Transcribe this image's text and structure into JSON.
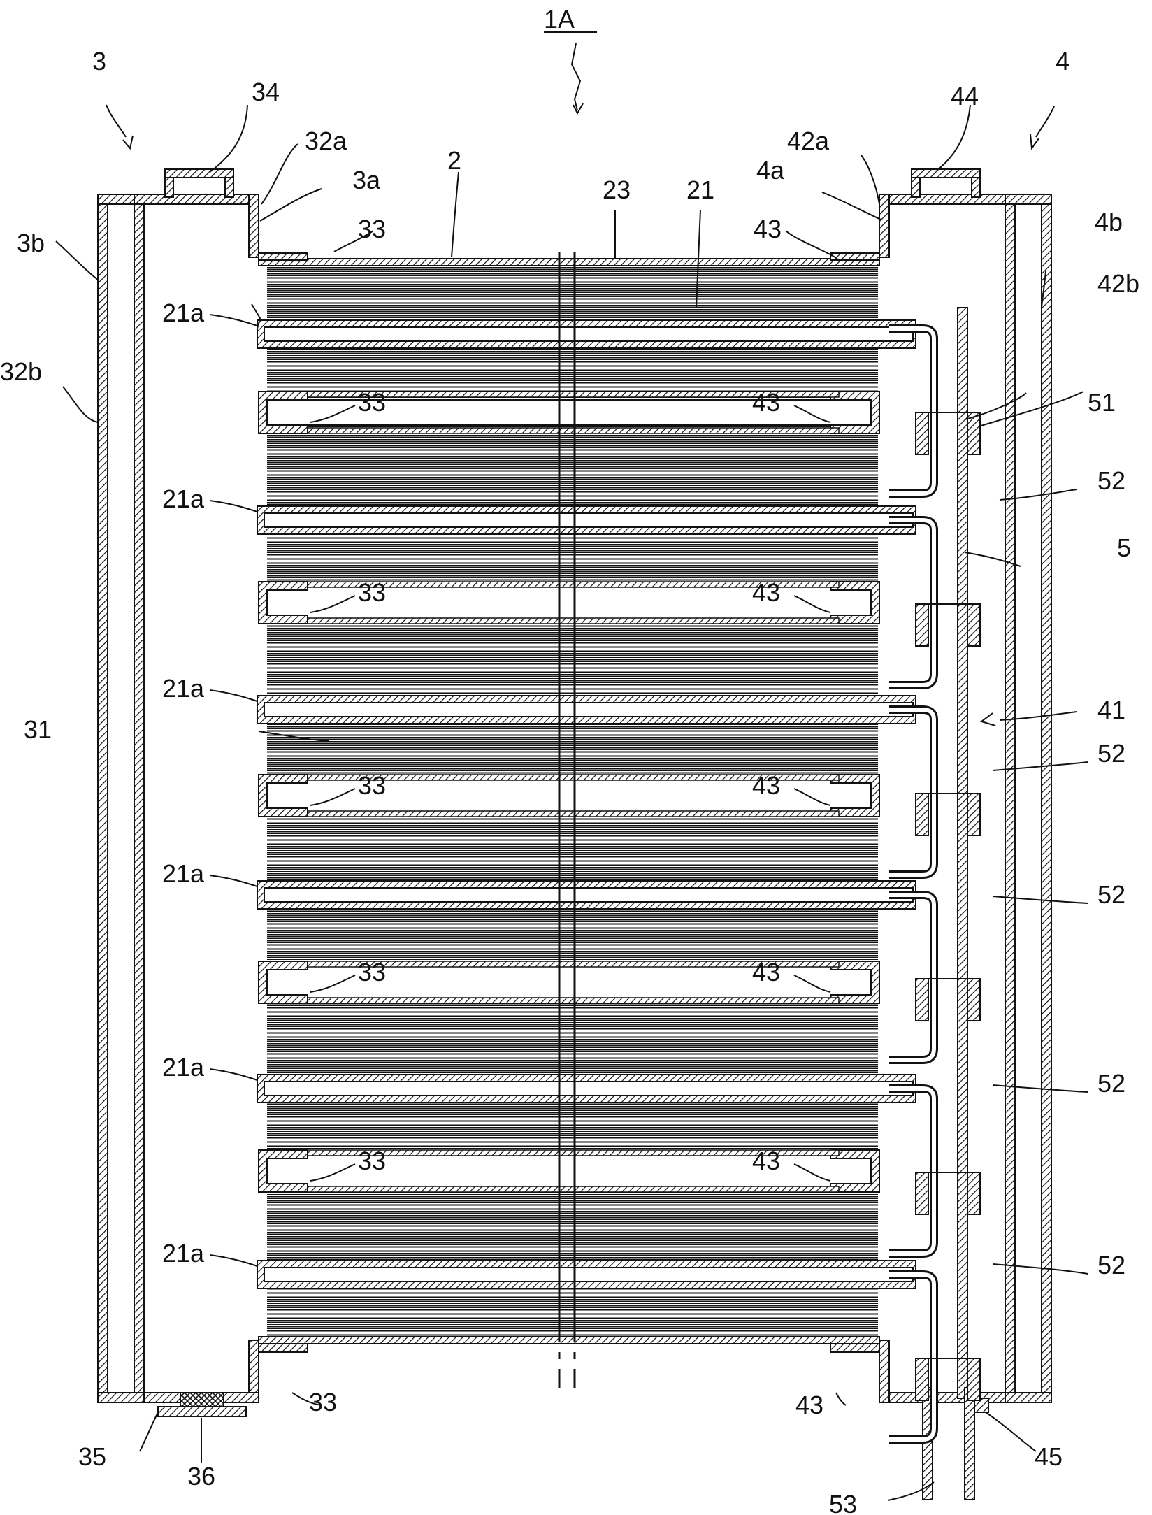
{
  "figure": {
    "title_label": "1A",
    "labels": {
      "l3": "3",
      "l4": "4",
      "l34": "34",
      "l44": "44",
      "l32a": "32a",
      "l42a": "42a",
      "l3a": "3a",
      "l4a": "4a",
      "l2": "2",
      "l23": "23",
      "l21": "21",
      "l33": "33",
      "l43": "43",
      "l3b": "3b",
      "l4b": "4b",
      "l42b": "42b",
      "l32b": "32b",
      "l21a": "21a",
      "l51": "51",
      "l52": "52",
      "l5": "5",
      "l31": "31",
      "l41": "41",
      "l35": "35",
      "l36": "36",
      "l45": "45",
      "l53": "53"
    }
  },
  "colors": {
    "line": "#111111",
    "background": "#ffffff"
  }
}
